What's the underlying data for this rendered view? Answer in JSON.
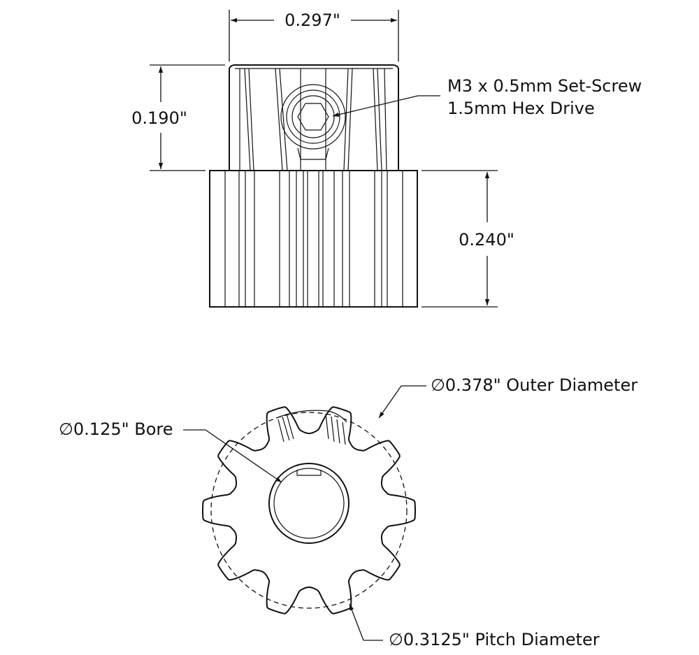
{
  "dimensions": {
    "width": "0.297\"",
    "top_height": "0.190\"",
    "bottom_height": "0.240\""
  },
  "callouts": {
    "set_screw_line1": "M3 x 0.5mm Set-Screw",
    "set_screw_line2": "1.5mm Hex Drive",
    "outer_diameter": "∅0.378\" Outer Diameter",
    "bore": "∅0.125\" Bore",
    "pitch_diameter": "∅0.3125\" Pitch Diameter"
  },
  "gear": {
    "teeth": 10
  },
  "colors": {
    "line": "#111111",
    "background": "#ffffff"
  }
}
